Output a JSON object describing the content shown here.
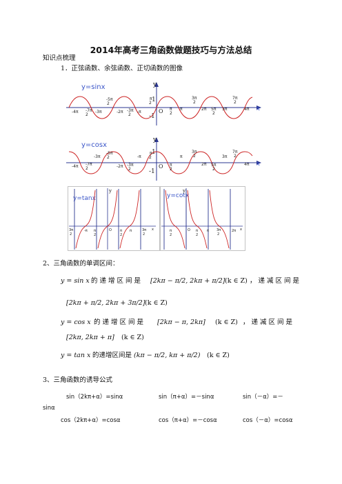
{
  "doc": {
    "title": "2014年高考三角函数做题技巧与方法总结",
    "section_label": "知识点梳理",
    "item1": "1．正弦函数、余弦函数、正切函数的图像",
    "item2": "2、三角函数的单调区间：",
    "item3": "3、三角函数的诱导公式"
  },
  "graphs": {
    "sin_label": "y=sinx",
    "cos_label": "y=cosx",
    "tan_label": "y=tanx",
    "cot_label": "y=cotx",
    "axis_x": "x",
    "axis_y": "y",
    "origin": "O",
    "one": "1",
    "neg_one": "-1",
    "curve_color": "#cc2222",
    "axis_color": "#2a3590",
    "label_color": "#3a55c8"
  },
  "monotone": {
    "sin_prefix": "y = sin x",
    "sin_text1": "的递增区间是",
    "sin_inc": "[2kπ − π/2, 2kπ + π/2]",
    "kz": "(k ∈ Z)",
    "sin_text2": "，递减区间是",
    "sin_dec": "[2kπ + π/2, 2kπ + 3π/2]",
    "cos_prefix": "y = cos x",
    "cos_text1": "的递增区间是",
    "cos_inc": "[2kπ − π, 2kπ]",
    "cos_text2": "，递减区间是",
    "cos_dec": "[2kπ, 2kπ + π]",
    "tan_prefix": "y = tan x",
    "tan_text": "的递增区间是",
    "tan_inc": "(kπ − π/2, kπ + π/2)"
  },
  "induction": {
    "r1c1": "sin（2kπ+α）=sinα",
    "r1c2": "sin（π+α）=－sinα",
    "r1c3": "sin（－α）=－",
    "r1_wrap": "sinα",
    "r2c1": "cos（2kπ+α）=cosα",
    "r2c2": "cos（π+α）=－cosα",
    "r2c3": "cos（－α）=cosα"
  }
}
